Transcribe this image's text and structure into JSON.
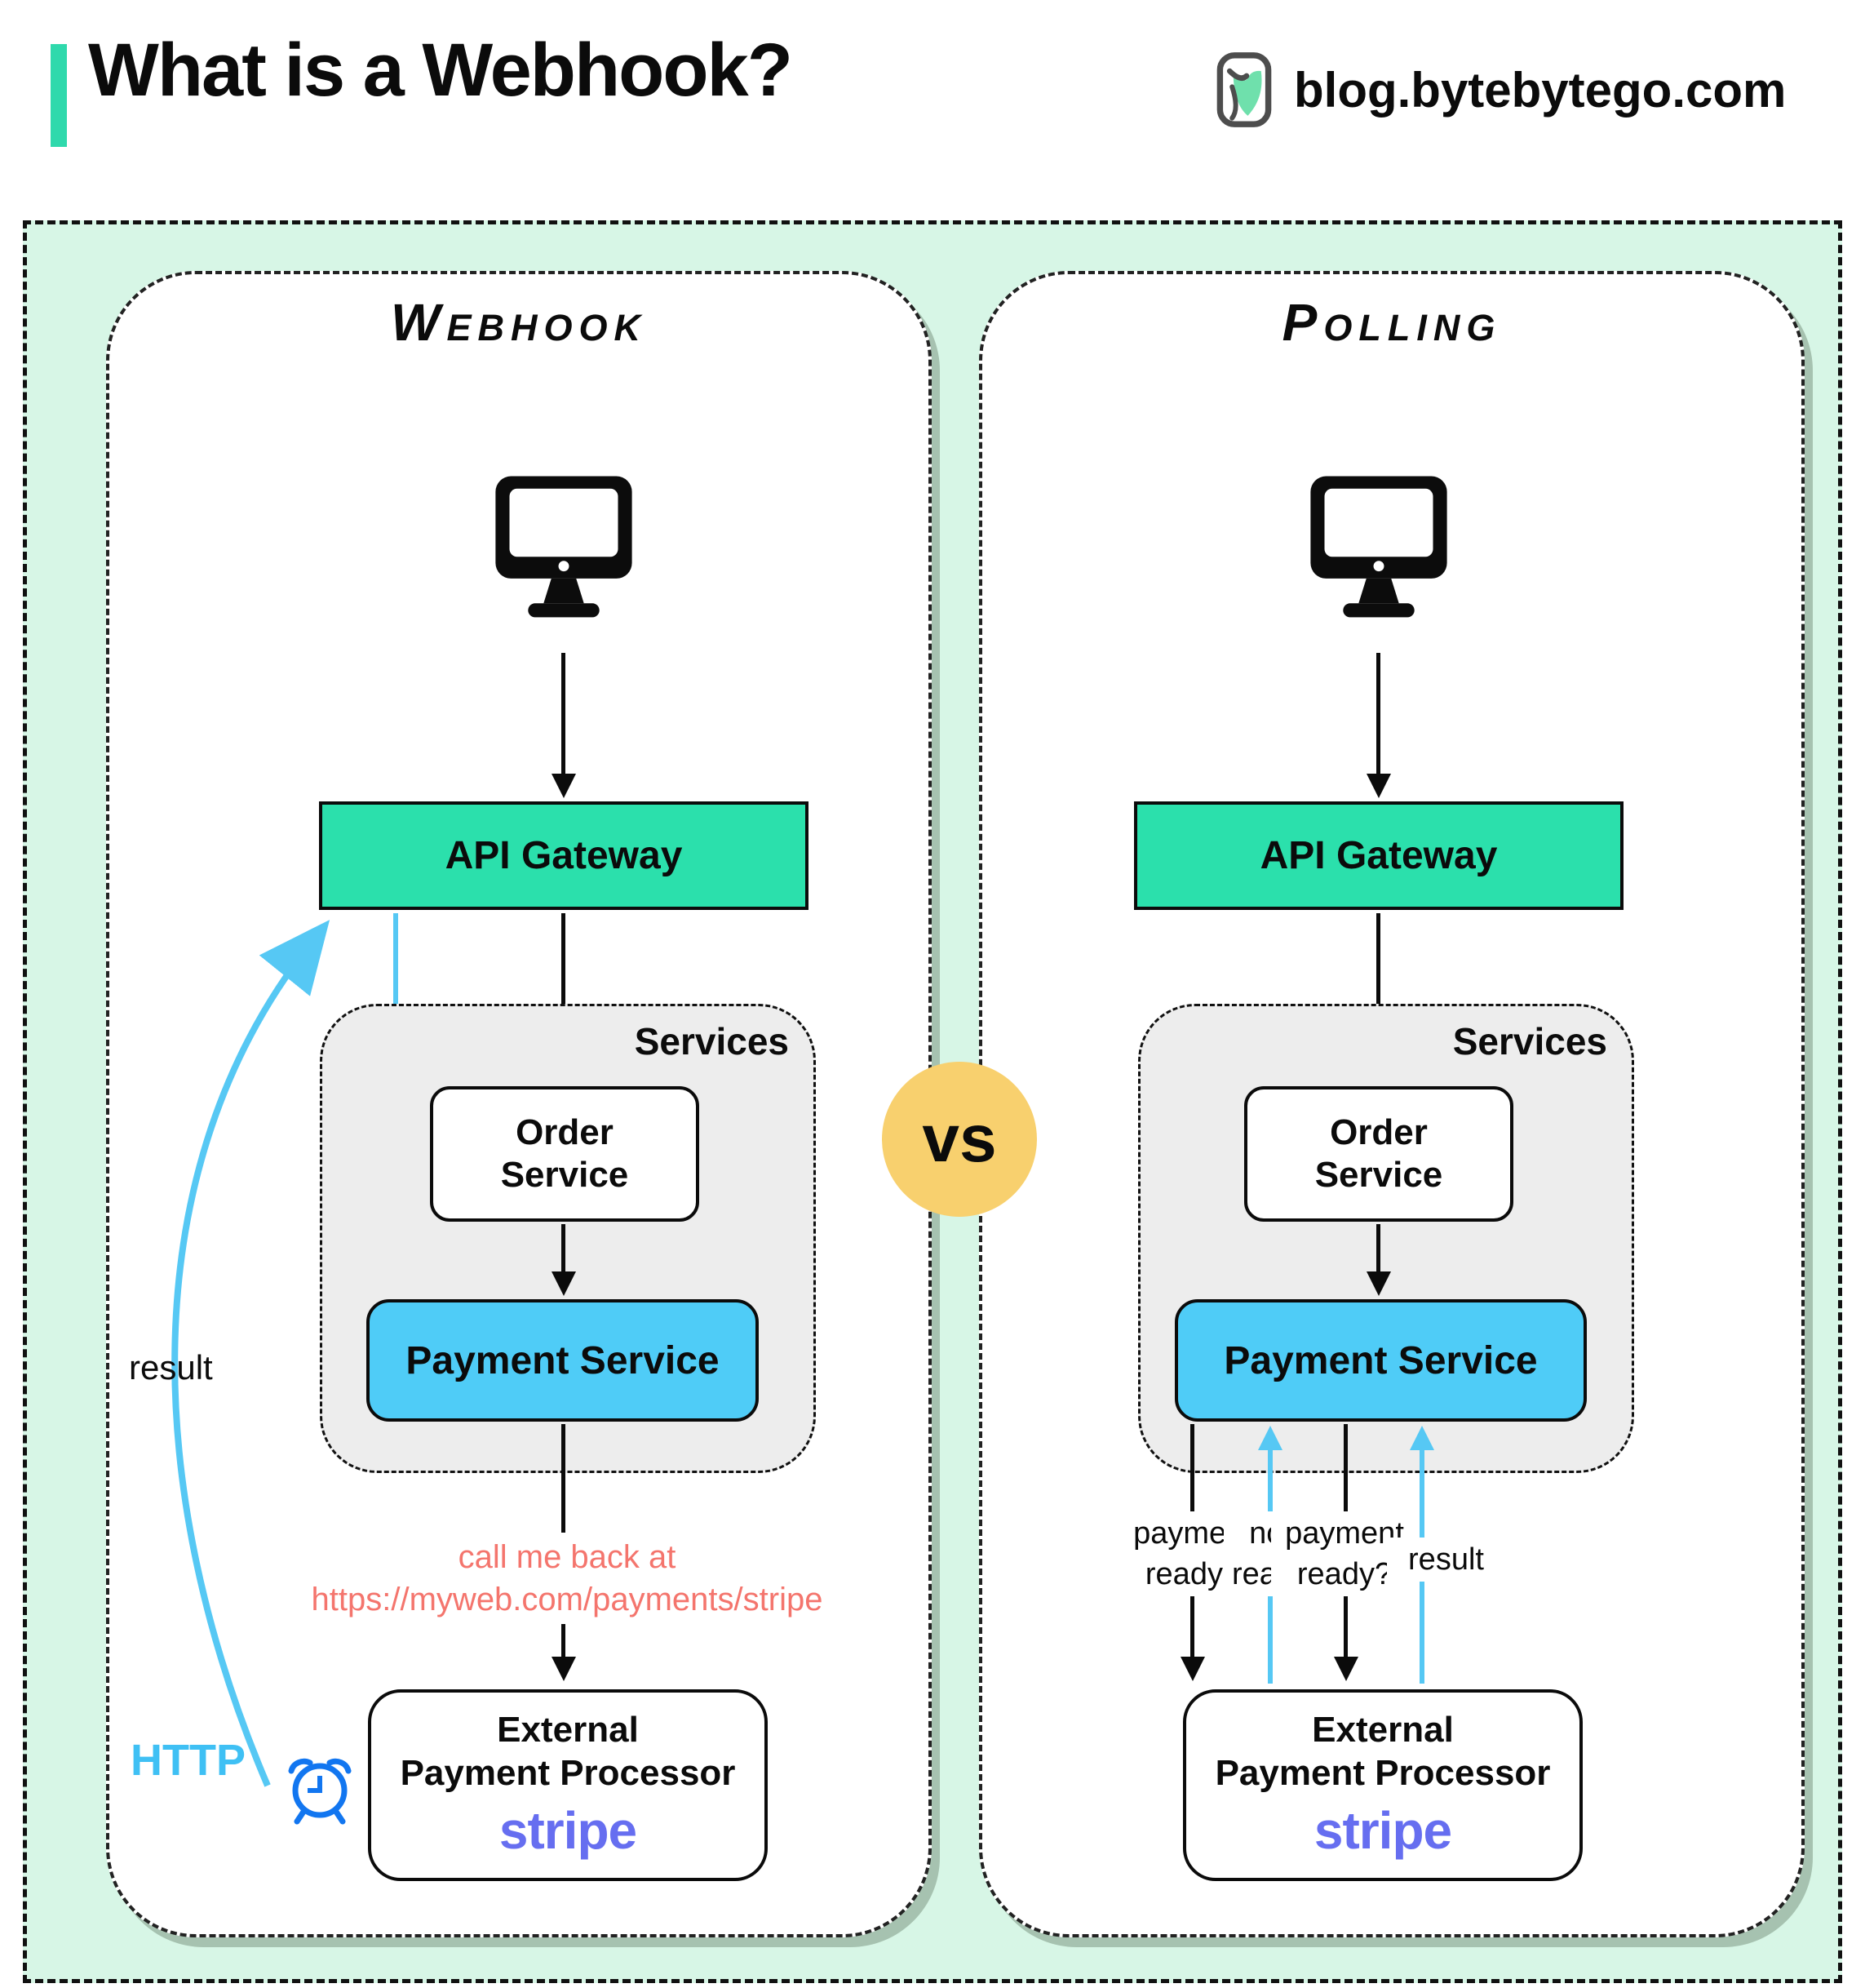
{
  "header": {
    "title": "What is a Webhook?",
    "site": "blog.bytebytego.com"
  },
  "vs": "vs",
  "colors": {
    "accent_teal": "#2fd9ac",
    "mint_background": "#d7f6e6",
    "api_gateway_teal": "#2be0ac",
    "payment_blue": "#4fccf7",
    "services_gray": "#ededed",
    "arrow_blue": "#56c8f4",
    "salmon_text": "#f4756d",
    "stripe_purple": "#666ef0",
    "vs_yellow": "#f8d06e",
    "clock_blue": "#1276f0"
  },
  "webhook": {
    "title": "Webhook",
    "api_gateway": "API Gateway",
    "services": "Services",
    "order_line1": "Order",
    "order_line2": "Service",
    "payment": "Payment Service",
    "callback_line1": "call me back at",
    "callback_line2": "https://myweb.com/payments/stripe",
    "external_line1": "External",
    "external_line2": "Payment Processor",
    "stripe": "stripe",
    "result": "result",
    "http": "HTTP"
  },
  "polling": {
    "title": "Polling",
    "api_gateway": "API Gateway",
    "services": "Services",
    "order_line1": "Order",
    "order_line2": "Service",
    "payment": "Payment Service",
    "external_line1": "External",
    "external_line2": "Payment Processor",
    "stripe": "stripe",
    "flow_labels": {
      "q1_line1": "payment",
      "q1_line2": "ready?",
      "a1_line1": "not",
      "a1_line2": "ready",
      "q2_line1": "payment",
      "q2_line2": "ready?",
      "result": "result"
    }
  }
}
